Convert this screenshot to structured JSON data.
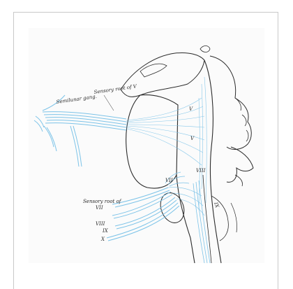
{
  "figure": {
    "labels": {
      "sensory_root_v": "Sensory root of V",
      "semilunar_gang": "Semilunar gang.",
      "sensory_root_vii": "Sensory root of",
      "vii": "VII",
      "viii": "VIII",
      "ix": "IX",
      "x": "X",
      "v_upper": "V",
      "v_lower": "V",
      "vii_small": "VII",
      "viii_small": "VIII",
      "ix_small": "IX"
    },
    "colors": {
      "nerve": "#7cc3e8",
      "outline": "#2a2a2a"
    }
  }
}
